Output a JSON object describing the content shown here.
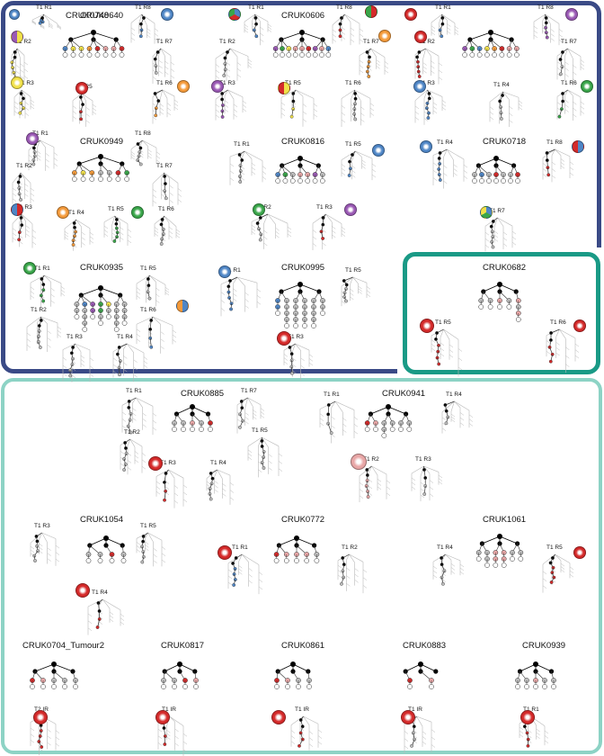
{
  "colors": {
    "blue_panel": "#3a4a86",
    "green_panel": "#1a9a86",
    "mint_panel": "#8dd3c5",
    "trunk": "#000000",
    "subclonal_grey": "#bdbdbd",
    "red": "#d42a2a",
    "pink": "#e8a6a6",
    "blue": "#4f86c6",
    "yellow": "#f1e14a",
    "orange": "#f49a3a",
    "purple": "#9a59b4",
    "green": "#3aa64a"
  },
  "groups": [
    {
      "name": "blue",
      "patients": [
        {
          "id": "CRUK0606",
          "regions": [
            "T1 R1",
            "T1 R2",
            "T1 R3",
            "T1 R5",
            "T1 R6",
            "T1 R7",
            "T1 R8"
          ]
        },
        {
          "id": "CRUK0640",
          "regions": [
            "T1 R1",
            "T1 R2",
            "T1 R3",
            "T1 R5",
            "T1 R6",
            "T1 R7",
            "T1 R8"
          ]
        },
        {
          "id": "CRUK0748",
          "regions": [
            "T1 R1",
            "T1 R2",
            "T1 R3",
            "T1 R4",
            "T1 R6",
            "T1 R7",
            "T1 R8"
          ]
        },
        {
          "id": "CRUK0949",
          "regions": [
            "T1 R1",
            "T1 R2",
            "T1 R3",
            "T1 R4",
            "T1 R5",
            "T1 R6",
            "T1 R7",
            "T1 R8"
          ]
        },
        {
          "id": "CRUK0816",
          "regions": [
            "T1 R1",
            "T1 R2",
            "T1 R3",
            "T1 R5"
          ]
        },
        {
          "id": "CRUK0718",
          "regions": [
            "T1 R4",
            "T1 R7",
            "T1 R8"
          ]
        },
        {
          "id": "CRUK0935",
          "regions": [
            "T1 R1",
            "T1 R2",
            "T1 R3",
            "T1 R4",
            "T1 R5",
            "T1 R6"
          ]
        },
        {
          "id": "CRUK0995",
          "regions": [
            "T1 R1",
            "T1 R3",
            "T1 R5"
          ]
        }
      ]
    },
    {
      "name": "green",
      "patients": [
        {
          "id": "CRUK0682",
          "regions": [
            "T1 R5",
            "T1 R6"
          ]
        }
      ]
    },
    {
      "name": "mint",
      "patients": [
        {
          "id": "CRUK0885",
          "regions": [
            "T1 R1",
            "T1 R2",
            "T1 R3",
            "T1 R4",
            "T1 R5",
            "T1 R7"
          ]
        },
        {
          "id": "CRUK0941",
          "regions": [
            "T1 R1",
            "T1 R2",
            "T1 R3",
            "T1 R4"
          ]
        },
        {
          "id": "CRUK1054",
          "regions": [
            "T1 R3",
            "T1 R4",
            "T1 R5"
          ]
        },
        {
          "id": "CRUK0772",
          "regions": [
            "T1 R1",
            "T1 R2"
          ]
        },
        {
          "id": "CRUK1061",
          "regions": [
            "T1 R4",
            "T1 R5"
          ]
        },
        {
          "id": "CRUK0704_Tumour2",
          "regions": [
            "T2 IR"
          ]
        },
        {
          "id": "CRUK0817",
          "regions": [
            "T1 IR"
          ]
        },
        {
          "id": "CRUK0861",
          "regions": [
            "T1 IR"
          ]
        },
        {
          "id": "CRUK0883",
          "regions": [
            "T1 IR"
          ]
        },
        {
          "id": "CRUK0939",
          "regions": [
            "T1 R1"
          ]
        }
      ]
    }
  ]
}
